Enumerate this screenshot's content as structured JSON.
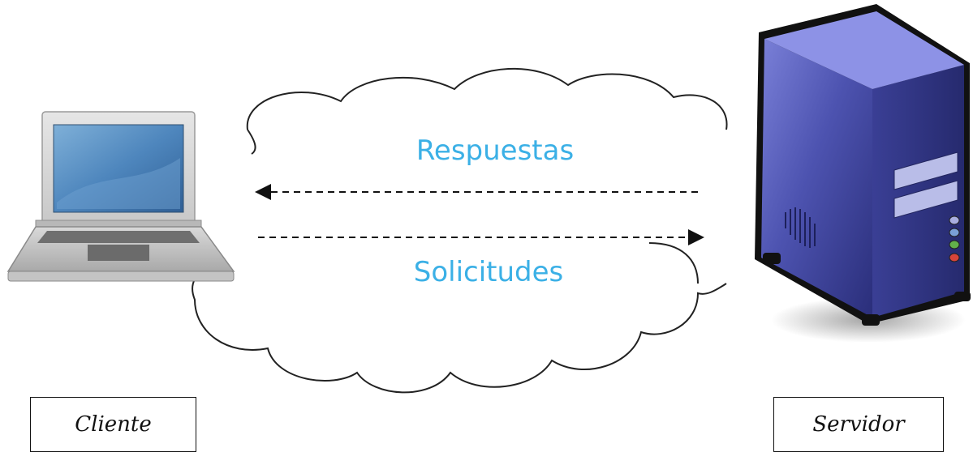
{
  "labels": {
    "client": "Cliente",
    "server": "Servidor"
  },
  "flows": {
    "responses": "Respuestas",
    "requests": "Solicitudes"
  },
  "colors": {
    "flow_text": "#3bb0e6",
    "server_body": "#4a4fa8",
    "laptop_screen": "#4a86c0"
  }
}
